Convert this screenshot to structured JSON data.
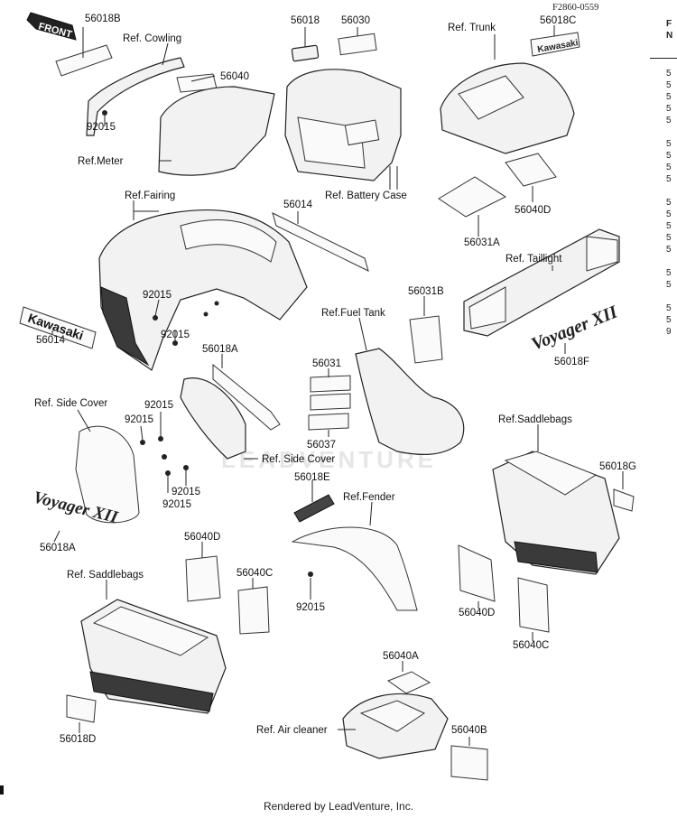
{
  "diagram_code": "F2860-0559",
  "front_badge": "FRONT",
  "watermark": "LEADVENTURE",
  "footer": "Rendered by LeadVenture, Inc.",
  "labels": {
    "p56018B": "56018B",
    "ref_cowling": "Ref. Cowling",
    "p56040_a": "56040",
    "p92015_meter": "92015",
    "ref_meter": "Ref.Meter",
    "p56018": "56018",
    "p56030": "56030",
    "ref_battery": "Ref. Battery Case",
    "ref_trunk": "Ref. Trunk",
    "p56018C": "56018C",
    "p56040D_trunk": "56040D",
    "p56031A": "56031A",
    "ref_fairing": "Ref.Fairing",
    "p56014_bracket": "56014",
    "p92015_f1": "92015",
    "p92015_f2": "92015",
    "p56014_decal": "56014",
    "ref_taillight": "Ref. Taillight",
    "p56031B": "56031B",
    "ref_fuel": "Ref.Fuel Tank",
    "p56018F": "56018F",
    "p56018A_top": "56018A",
    "p56031": "56031",
    "p56037": "56037",
    "ref_side_cover_l": "Ref. Side Cover",
    "p92015_s1": "92015",
    "p92015_s2": "92015",
    "p92015_s3": "92015",
    "p92015_s4": "92015",
    "ref_side_cover_r": "Ref. Side Cover",
    "p56018A_bottom": "56018A",
    "ref_saddlebags_r": "Ref.Saddlebags",
    "p56018G": "56018G",
    "p56018E": "56018E",
    "ref_fender": "Ref.Fender",
    "p92015_fender": "92015",
    "p56040D_l": "56040D",
    "p56040C_l": "56040C",
    "ref_saddlebags_l": "Ref. Saddlebags",
    "p56040D_r": "56040D",
    "p56040C_r": "56040C",
    "p56018D": "56018D",
    "p56040A": "56040A",
    "ref_air": "Ref. Air cleaner",
    "p56040B": "56040B"
  },
  "decals": {
    "kawasaki": "Kawasaki",
    "voyager_xii_a": "Voyager XII",
    "voyager_xii_b": "Voyager XII"
  },
  "right_column": {
    "header_1": "F",
    "header_2": "N",
    "rows": [
      "5",
      "5",
      "5",
      "5",
      "5",
      "",
      "5",
      "5",
      "5",
      "5",
      "",
      "5",
      "5",
      "5",
      "5",
      "5",
      "",
      "5",
      "5",
      "",
      "5",
      "5",
      "9"
    ]
  }
}
